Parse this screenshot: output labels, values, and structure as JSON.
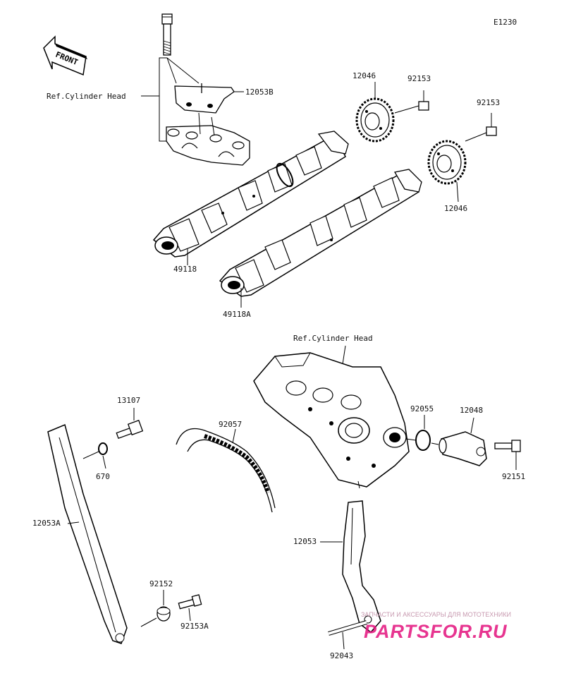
{
  "diagram": {
    "code": "E1230",
    "front_label": "FRONT",
    "labels": {
      "ref_head_top": "Ref.Cylinder Head",
      "p12053B": "12053B",
      "p12046_top": "12046",
      "p92153_a": "92153",
      "p92153_b": "92153",
      "p12046_bottom": "12046",
      "p49118": "49118",
      "p49118A": "49118A",
      "ref_head_mid": "Ref.Cylinder Head",
      "p13107": "13107",
      "p670": "670",
      "p92057": "92057",
      "p92055": "92055",
      "p12048": "12048",
      "p92151": "92151",
      "p12053A": "12053A",
      "p12053": "12053",
      "p92152": "92152",
      "p92153A": "92153A",
      "p92043": "92043"
    }
  },
  "watermark": {
    "tagline": "ЗАПЧАСТИ И АКСЕССУАРЫ ДЛЯ МОТОТЕХНИКИ",
    "brand": "PARTSFOR.RU",
    "brand_color": "#e3127d"
  }
}
